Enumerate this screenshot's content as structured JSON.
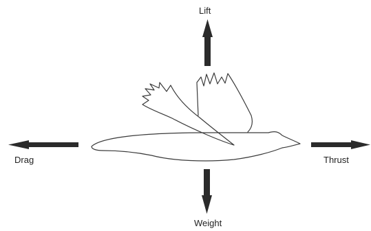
{
  "forces": {
    "lift": "Lift",
    "drag": "Drag",
    "thrust": "Thrust",
    "weight": "Weight"
  },
  "colors": {
    "arrow": "#2b2b2b",
    "outline": "#3a3a3a",
    "background": "#ffffff"
  },
  "icons": {
    "bird": "bird-outline-icon"
  }
}
